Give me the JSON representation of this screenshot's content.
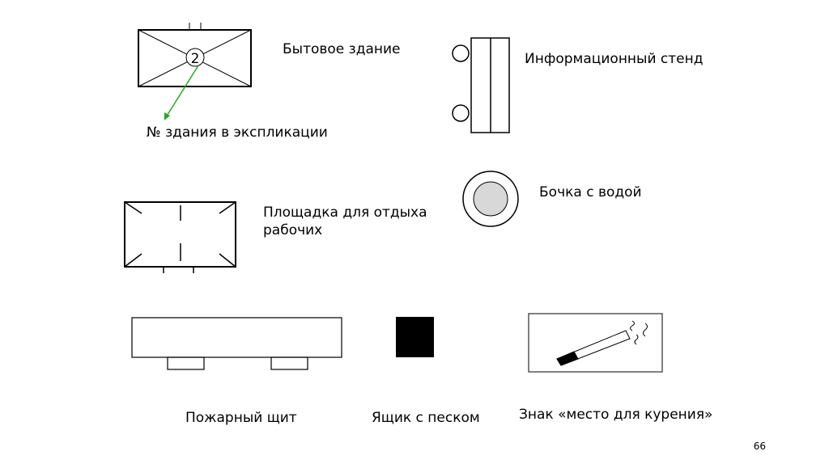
{
  "labels": {
    "household_building": "Бытовое здание",
    "building_number": "№ здания в экспликации",
    "building_number_digit": "2",
    "info_stand": "Информационный стенд",
    "water_barrel": "Бочка с водой",
    "rest_area_line1": "Площадка для отдыха",
    "rest_area_line2": "рабочих",
    "fire_board": "Пожарный щит",
    "sand_box": "Ящик с песком",
    "smoking_sign": "Знак «место для курения»"
  },
  "page_number": "66",
  "colors": {
    "arrow": "#2aa52a"
  }
}
